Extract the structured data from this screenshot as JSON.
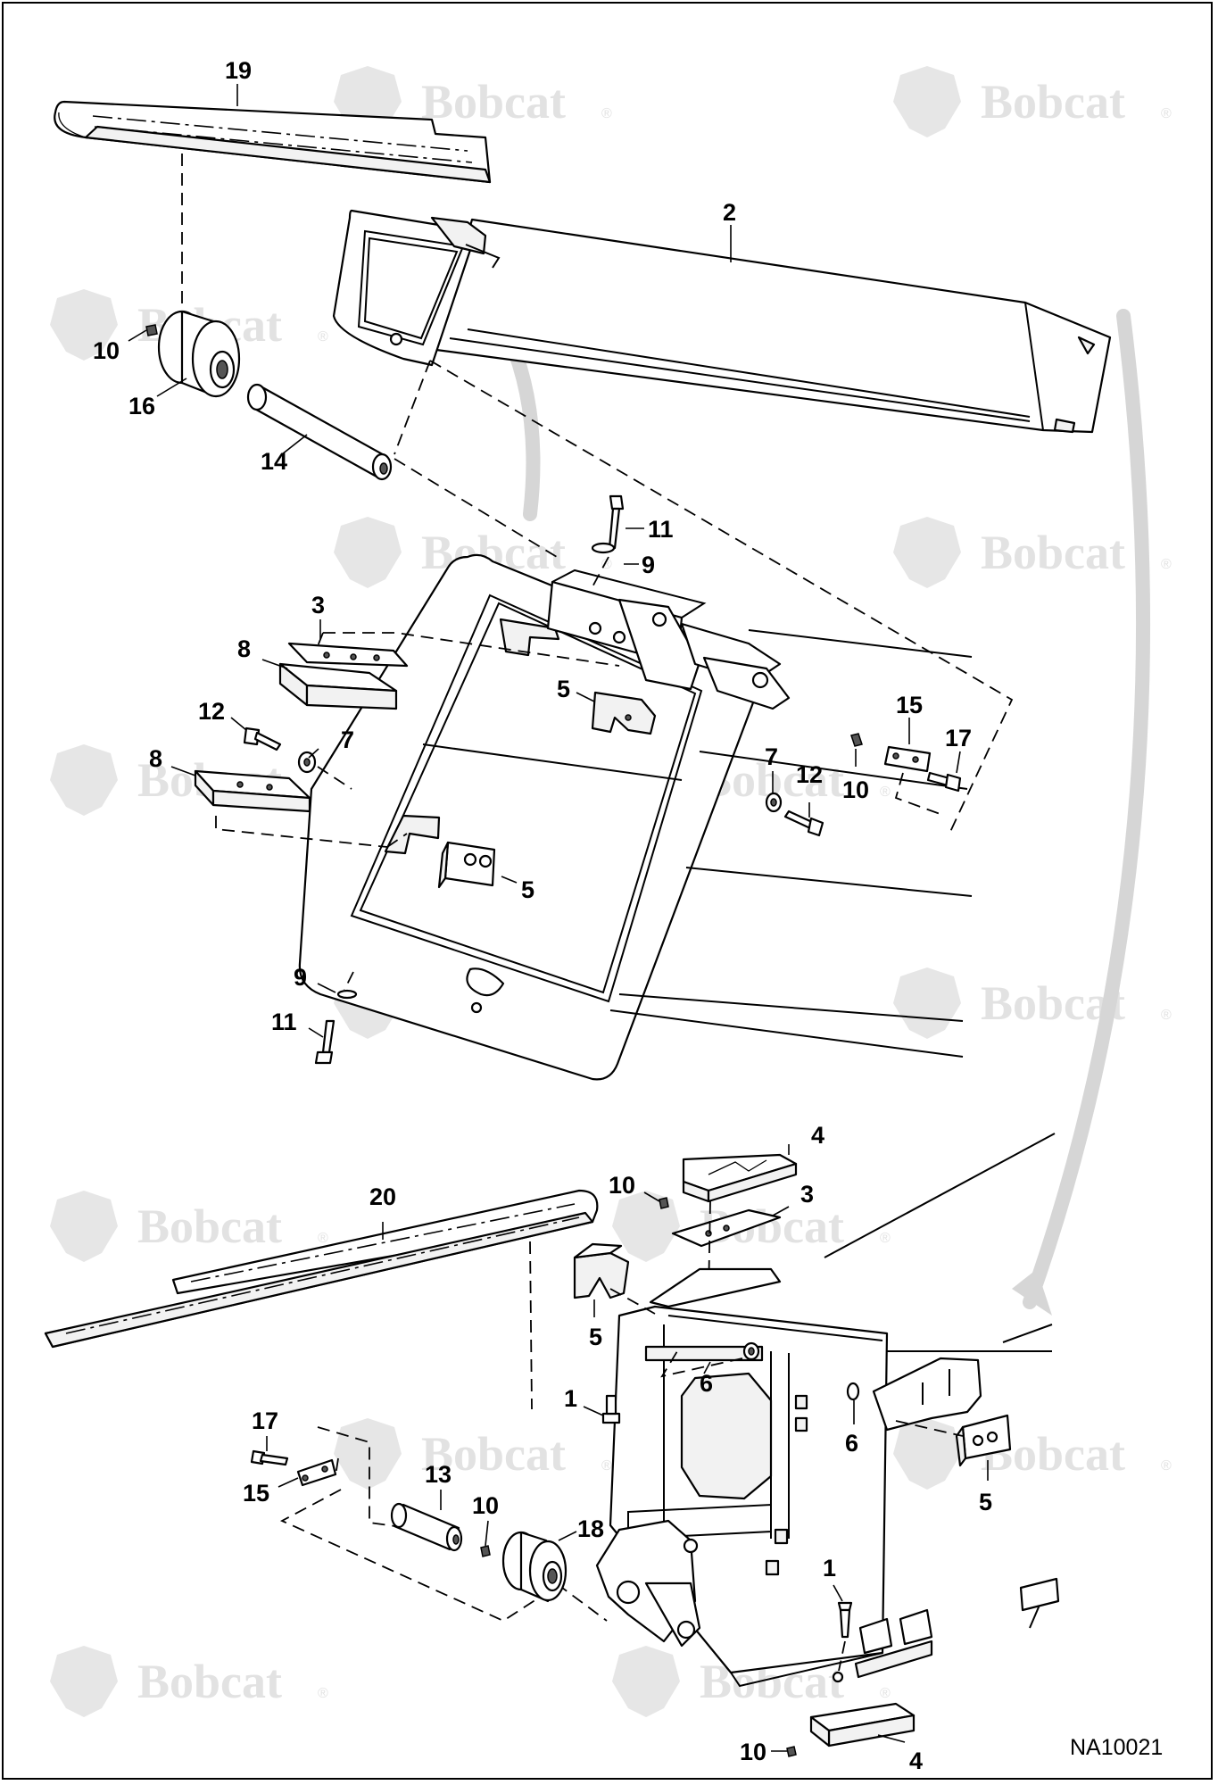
{
  "drawing": {
    "id": "NA10021",
    "watermark_text": "Bobcat",
    "watermark_mark": "®"
  },
  "callouts": [
    {
      "n": "19"
    },
    {
      "n": "2"
    },
    {
      "n": "10"
    },
    {
      "n": "16"
    },
    {
      "n": "14"
    },
    {
      "n": "11"
    },
    {
      "n": "9"
    },
    {
      "n": "3"
    },
    {
      "n": "8"
    },
    {
      "n": "5"
    },
    {
      "n": "12"
    },
    {
      "n": "7"
    },
    {
      "n": "8"
    },
    {
      "n": "15"
    },
    {
      "n": "17"
    },
    {
      "n": "7"
    },
    {
      "n": "12"
    },
    {
      "n": "10"
    },
    {
      "n": "5"
    },
    {
      "n": "9"
    },
    {
      "n": "11"
    },
    {
      "n": "4"
    },
    {
      "n": "10"
    },
    {
      "n": "3"
    },
    {
      "n": "20"
    },
    {
      "n": "5"
    },
    {
      "n": "6"
    },
    {
      "n": "1"
    },
    {
      "n": "6"
    },
    {
      "n": "17"
    },
    {
      "n": "5"
    },
    {
      "n": "15"
    },
    {
      "n": "13"
    },
    {
      "n": "10"
    },
    {
      "n": "18"
    },
    {
      "n": "1"
    },
    {
      "n": "10"
    },
    {
      "n": "4"
    }
  ]
}
